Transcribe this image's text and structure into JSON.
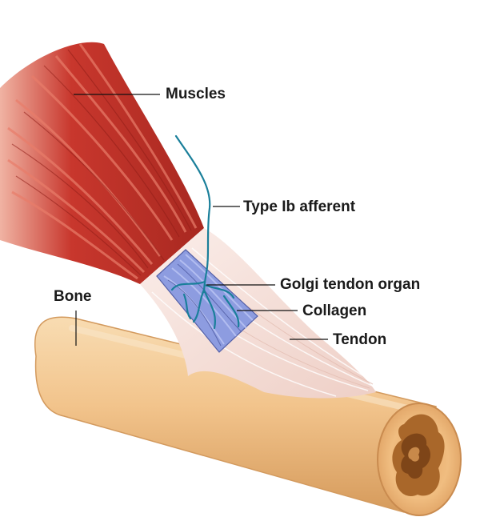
{
  "labels": {
    "muscles": "Muscles",
    "afferent": "Type Ib afferent",
    "golgi": "Golgi tendon organ",
    "collagen": "Collagen",
    "tendon": "Tendon",
    "bone": "Bone"
  },
  "colors": {
    "muscle": "#c8372d",
    "muscle_light": "#e46a55",
    "tendon": "#f3ded8",
    "bone": "#f2c48c",
    "bone_shadow": "#d9a060",
    "marrow": "#a9672a",
    "capsule": "#7f8fd6",
    "nerve": "#1a7f9a",
    "leader": "#111111"
  }
}
